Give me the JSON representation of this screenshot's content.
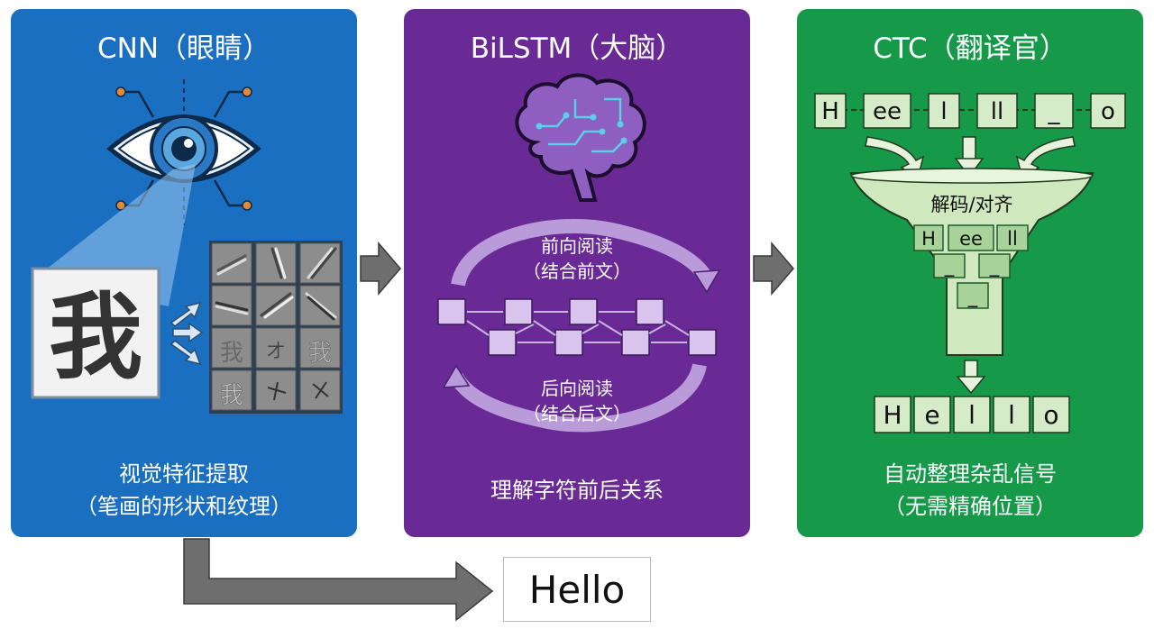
{
  "colors": {
    "cnn_panel": "#1a6fc0",
    "bilstm_panel": "#6a2a96",
    "ctc_panel": "#17994a",
    "arrow": "#6e6e6e"
  },
  "cnn": {
    "title": "CNN（眼睛）",
    "input_char": "我",
    "feature_chars": [
      "我",
      "才",
      "我",
      "我"
    ],
    "caption_line1": "视觉特征提取",
    "caption_line2": "（笔画的形状和纹理）",
    "icons": [
      "eye-icon",
      "character-image",
      "feature-map-grid"
    ]
  },
  "bilstm": {
    "title": "BiLSTM（大脑）",
    "forward_line1": "前向阅读",
    "forward_line2": "（结合前文）",
    "backward_line1": "后向阅读",
    "backward_line2": "（结合后文）",
    "caption": "理解字符前后关系",
    "icons": [
      "brain-icon"
    ]
  },
  "ctc": {
    "title": "CTC（翻译官）",
    "input_tokens": [
      "H",
      "ee",
      "l",
      "ll",
      "_",
      "o"
    ],
    "funnel_label": "解码/对齐",
    "funnel_row1": [
      "H",
      "ee",
      "ll"
    ],
    "funnel_row2": [
      "_",
      "_"
    ],
    "funnel_row3": [
      "_"
    ],
    "output_tokens": [
      "H",
      "e",
      "l",
      "l",
      "o"
    ],
    "caption_line1": "自动整理杂乱信号",
    "caption_line2": "（无需精确位置）",
    "icons": [
      "funnel-icon"
    ]
  },
  "result": {
    "text": "Hello"
  }
}
